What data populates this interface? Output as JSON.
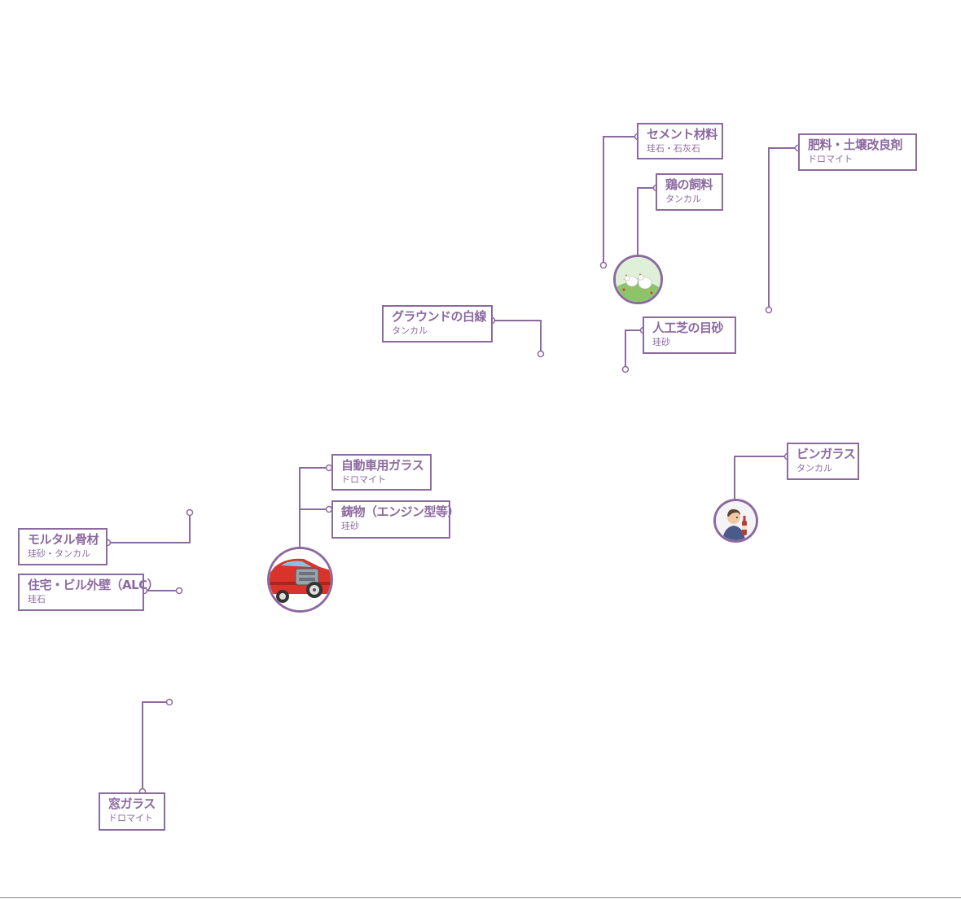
{
  "colors": {
    "accent": "#8c6aa0"
  },
  "labels": {
    "cement": {
      "title": "セメント材料",
      "sub": "珪石・石灰石"
    },
    "chicken": {
      "title": "鶏の飼料",
      "sub": "タンカル"
    },
    "fertilizer": {
      "title": "肥料・土壌改良剤",
      "sub": "ドロマイト"
    },
    "ground": {
      "title": "グラウンドの白線",
      "sub": "タンカル"
    },
    "turf": {
      "title": "人工芝の目砂",
      "sub": "珪砂"
    },
    "carglass": {
      "title": "自動車用ガラス",
      "sub": "ドロマイト"
    },
    "casting": {
      "title": "鋳物（エンジン型等）",
      "sub": "珪砂"
    },
    "mortar": {
      "title": "モルタル骨材",
      "sub": "珪砂・タンカル"
    },
    "alc": {
      "title": "住宅・ビル外壁（ALC）",
      "sub": "珪石"
    },
    "window": {
      "title": "窓ガラス",
      "sub": "ドロマイト"
    },
    "bottle": {
      "title": "ビンガラス",
      "sub": "タンカル"
    }
  },
  "icons": {
    "chicken": "chickens-illustration-icon",
    "car": "car-engine-illustration-icon",
    "bottle": "man-with-bottle-illustration-icon"
  }
}
